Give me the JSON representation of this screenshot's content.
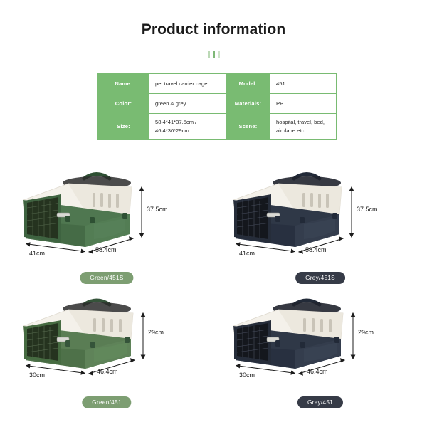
{
  "header": {
    "title": "Product information",
    "divider_icon": "three-bars-ornament",
    "divider_color": "#8cc084"
  },
  "theme": {
    "table_green": "#79bb72",
    "pill_green": "#7d9e72",
    "pill_grey": "#363b47",
    "product_green": "#4f7750",
    "product_grey": "#2f3847",
    "shell_cream": "#f4f1ea",
    "background": "#ffffff"
  },
  "spec_table": {
    "rows": [
      {
        "key1": "Name:",
        "val1": "pet travel carrier cage",
        "key2": "Model:",
        "val2": "451"
      },
      {
        "key1": "Color:",
        "val1": "green & grey",
        "key2": "Materials:",
        "val2": "PP"
      },
      {
        "key1": "Size:",
        "val1": "58.4*41*37.5cm  /\n46.4*30*29cm",
        "key2": "Scene:",
        "val2": "hospital, travel, bed,\nairplane etc."
      }
    ]
  },
  "products": [
    {
      "label": "Green/451S",
      "color_name": "green",
      "body_color": "#4f7750",
      "pill_color": "#7d9e72",
      "height": "37.5cm",
      "width": "41cm",
      "length": "58.4cm"
    },
    {
      "label": "Grey/451S",
      "color_name": "grey",
      "body_color": "#2f3847",
      "pill_color": "#363b47",
      "height": "37.5cm",
      "width": "41cm",
      "length": "58.4cm"
    },
    {
      "label": "Green/451",
      "color_name": "green",
      "body_color": "#5a7d54",
      "pill_color": "#7d9e72",
      "height": "29cm",
      "width": "30cm",
      "length": "46.4cm"
    },
    {
      "label": "Grey/451",
      "color_name": "grey",
      "body_color": "#2f3847",
      "pill_color": "#363b47",
      "height": "29cm",
      "width": "30cm",
      "length": "46.4cm"
    }
  ]
}
